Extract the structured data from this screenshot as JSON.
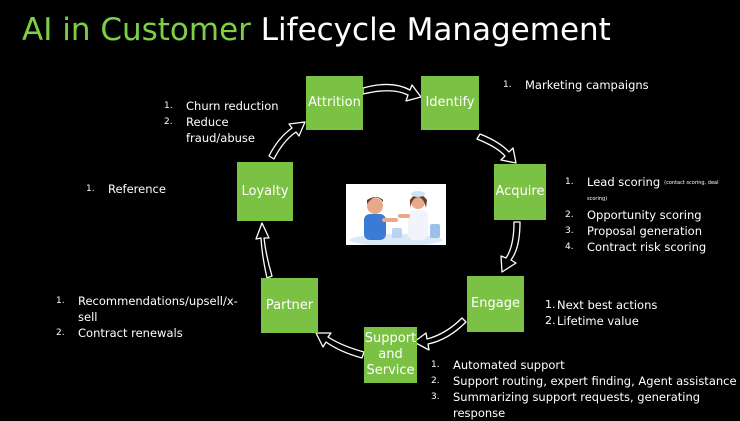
{
  "title": {
    "accent": "AI in Customer",
    "rest": "Lifecycle Management"
  },
  "stages": {
    "attrition": "Attrition",
    "identify": "Identify",
    "acquire": "Acquire",
    "engage": "Engage",
    "support": [
      "Support",
      "and",
      "Service"
    ],
    "partner": "Partner",
    "loyalty": "Loyalty"
  },
  "lists": {
    "attrition": [
      {
        "n": "1.",
        "t": "Churn reduction"
      },
      {
        "n": "2.",
        "t": "Reduce fraud/abuse"
      }
    ],
    "identify": [
      {
        "n": "1.",
        "t": "Marketing campaigns"
      }
    ],
    "acquire": [
      {
        "n": "1.",
        "t": "Lead scoring",
        "sub": "(contact scoring, deal scoring)"
      },
      {
        "n": "2.",
        "t": "Opportunity scoring"
      },
      {
        "n": "3.",
        "t": "Proposal generation"
      },
      {
        "n": "4.",
        "t": "Contract risk scoring"
      }
    ],
    "engage": [
      {
        "n": "1.",
        "t": "Next best actions"
      },
      {
        "n": "2.",
        "t": "Lifetime value"
      }
    ],
    "support": [
      {
        "n": "1.",
        "t": "Automated support"
      },
      {
        "n": "2.",
        "t": "Support routing, expert finding, Agent assistance"
      },
      {
        "n": "3.",
        "t": "Summarizing support requests, generating response"
      }
    ],
    "partner": [
      {
        "n": "1.",
        "t": "Recommendations/upsell/x-sell"
      },
      {
        "n": "2.",
        "t": "Contract renewals"
      }
    ],
    "loyalty": [
      {
        "n": "1.",
        "t": "Reference"
      }
    ]
  },
  "colors": {
    "accent": "#7bc143",
    "title_accent": "#7bd046",
    "background": "#000000"
  },
  "illustration": "customer-service-illustration"
}
